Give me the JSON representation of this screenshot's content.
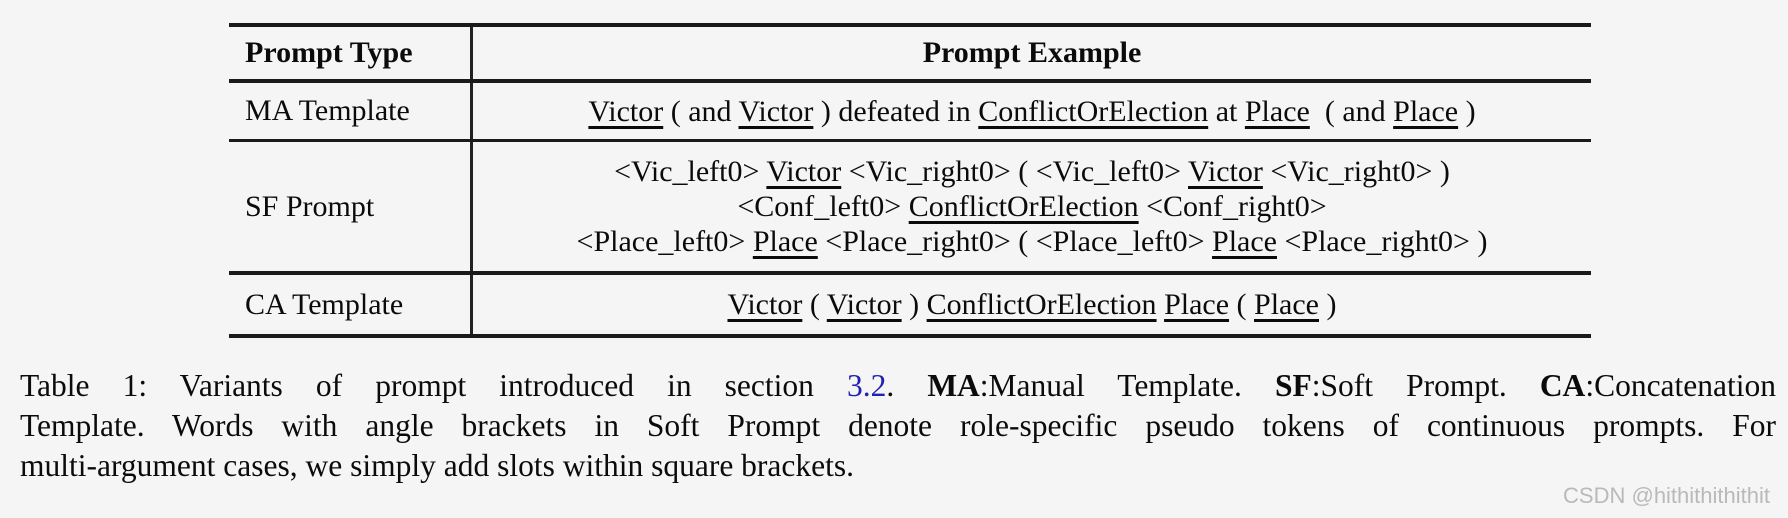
{
  "page": {
    "background": "#f5f5f6",
    "text_color": "#0b0b0b",
    "link_color": "#2222b2",
    "watermark": "CSDN @hithithithithit",
    "watermark_color": "#b9b9bc"
  },
  "table": {
    "header": {
      "prompt_type": "Prompt Type",
      "prompt_example": "Prompt Example"
    },
    "rows": [
      {
        "type": "MA Template",
        "lines": [
          [
            {
              "t": "Victor",
              "c": "u"
            },
            {
              "t": " ( and "
            },
            {
              "t": "Victor",
              "c": "u"
            },
            {
              "t": " ) defeated in "
            },
            {
              "t": "ConflictOrElection",
              "c": "u"
            },
            {
              "t": " at "
            },
            {
              "t": "Place",
              "c": "u"
            },
            {
              "t": "  ( and "
            },
            {
              "t": "Place",
              "c": "u"
            },
            {
              "t": " )"
            }
          ]
        ]
      },
      {
        "type": "SF Prompt",
        "lines": [
          [
            {
              "t": "<Vic_left0> "
            },
            {
              "t": "Victor",
              "c": "u"
            },
            {
              "t": " <Vic_right0> ( <Vic_left0> "
            },
            {
              "t": "Victor",
              "c": "u"
            },
            {
              "t": " <Vic_right0> )"
            }
          ],
          [
            {
              "t": "<Conf_left0> "
            },
            {
              "t": "ConflictOrElection",
              "c": "u"
            },
            {
              "t": " <Conf_right0>"
            }
          ],
          [
            {
              "t": "<Place_left0> "
            },
            {
              "t": "Place",
              "c": "u"
            },
            {
              "t": " <Place_right0> ( <Place_left0> "
            },
            {
              "t": "Place",
              "c": "u"
            },
            {
              "t": " <Place_right0> )"
            }
          ]
        ]
      },
      {
        "type": "CA Template",
        "lines": [
          [
            {
              "t": "Victor",
              "c": "u"
            },
            {
              "t": " ( "
            },
            {
              "t": "Victor",
              "c": "u"
            },
            {
              "t": " ) "
            },
            {
              "t": "ConflictOrElection",
              "c": "u"
            },
            {
              "t": " "
            },
            {
              "t": "Place",
              "c": "u"
            },
            {
              "t": " ( "
            },
            {
              "t": "Place",
              "c": "u"
            },
            {
              "t": " )"
            }
          ]
        ]
      }
    ]
  },
  "caption": {
    "lines": [
      [
        {
          "t": "Table 1: Variants of prompt introduced in section "
        },
        {
          "t": "3.2",
          "c": "link"
        },
        {
          "t": ". "
        },
        {
          "t": "MA",
          "c": "b"
        },
        {
          "t": ":Manual Template. "
        },
        {
          "t": "SF",
          "c": "b"
        },
        {
          "t": ":Soft Prompt. "
        },
        {
          "t": "CA",
          "c": "b"
        },
        {
          "t": ":Concatenation"
        }
      ],
      [
        {
          "t": "Template. Words with angle brackets in Soft Prompt denote role-specific pseudo tokens of continuous prompts. For"
        }
      ],
      [
        {
          "t": "multi-argument cases, we simply add slots within square brackets."
        }
      ]
    ]
  }
}
